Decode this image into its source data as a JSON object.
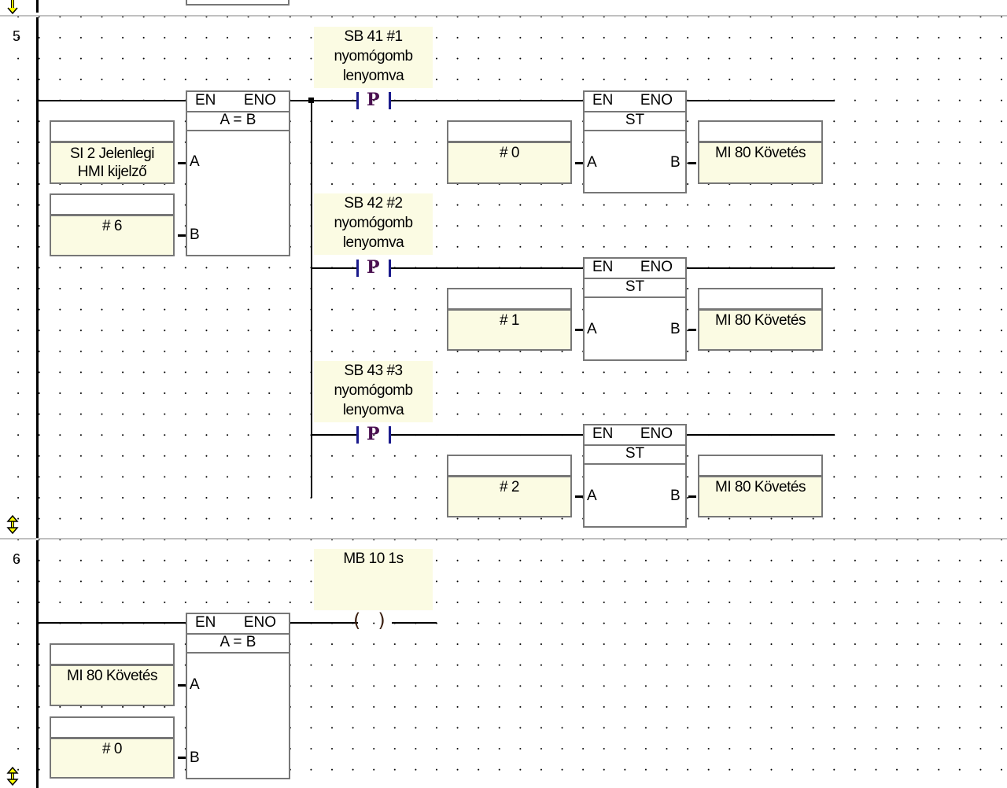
{
  "editor": {
    "type": "ladder-diagram",
    "colors": {
      "background": "#ffffff",
      "grid_dot": "#000000",
      "wire": "#000000",
      "block_border": "#777777",
      "variable_fill": "#fbfbe3",
      "rung_separator": "#c0c0c0",
      "scroll_arrow": "#ffff00",
      "contact_color": "#4a1050"
    }
  },
  "rungs": [
    {
      "number": "5",
      "compare_block": {
        "en": "EN",
        "eno": "ENO",
        "op": "A = B",
        "pin_a": "A",
        "pin_b": "B",
        "input_a": "SI 2 Jelenlegi HMI kijelző",
        "input_a_line1": "SI 2 Jelenlegi",
        "input_a_line2": "HMI kijelző",
        "input_b": "# 6"
      },
      "branches": [
        {
          "contact_label": [
            "SB 41  #1",
            "nyomógomb",
            "lenyomva"
          ],
          "contact_type": "P",
          "store_block": {
            "en": "EN",
            "eno": "ENO",
            "op": "ST",
            "pin_a": "A",
            "pin_b": "B"
          },
          "input_a": "# 0",
          "output_b": "MI 80 Követés"
        },
        {
          "contact_label": [
            "SB 42  #2",
            "nyomógomb",
            "lenyomva"
          ],
          "contact_type": "P",
          "store_block": {
            "en": "EN",
            "eno": "ENO",
            "op": "ST",
            "pin_a": "A",
            "pin_b": "B"
          },
          "input_a": "# 1",
          "output_b": "MI 80 Követés"
        },
        {
          "contact_label": [
            "SB 43  #3",
            "nyomógomb",
            "lenyomva"
          ],
          "contact_type": "P",
          "store_block": {
            "en": "EN",
            "eno": "ENO",
            "op": "ST",
            "pin_a": "A",
            "pin_b": "B"
          },
          "input_a": "# 2",
          "output_b": "MI 80 Követés"
        }
      ]
    },
    {
      "number": "6",
      "compare_block": {
        "en": "EN",
        "eno": "ENO",
        "op": "A = B",
        "pin_a": "A",
        "pin_b": "B",
        "input_a": "MI 80 Követés",
        "input_b": "# 0"
      },
      "coil": {
        "label": "MB 10  1s",
        "open": "(",
        "close": ")"
      }
    }
  ]
}
